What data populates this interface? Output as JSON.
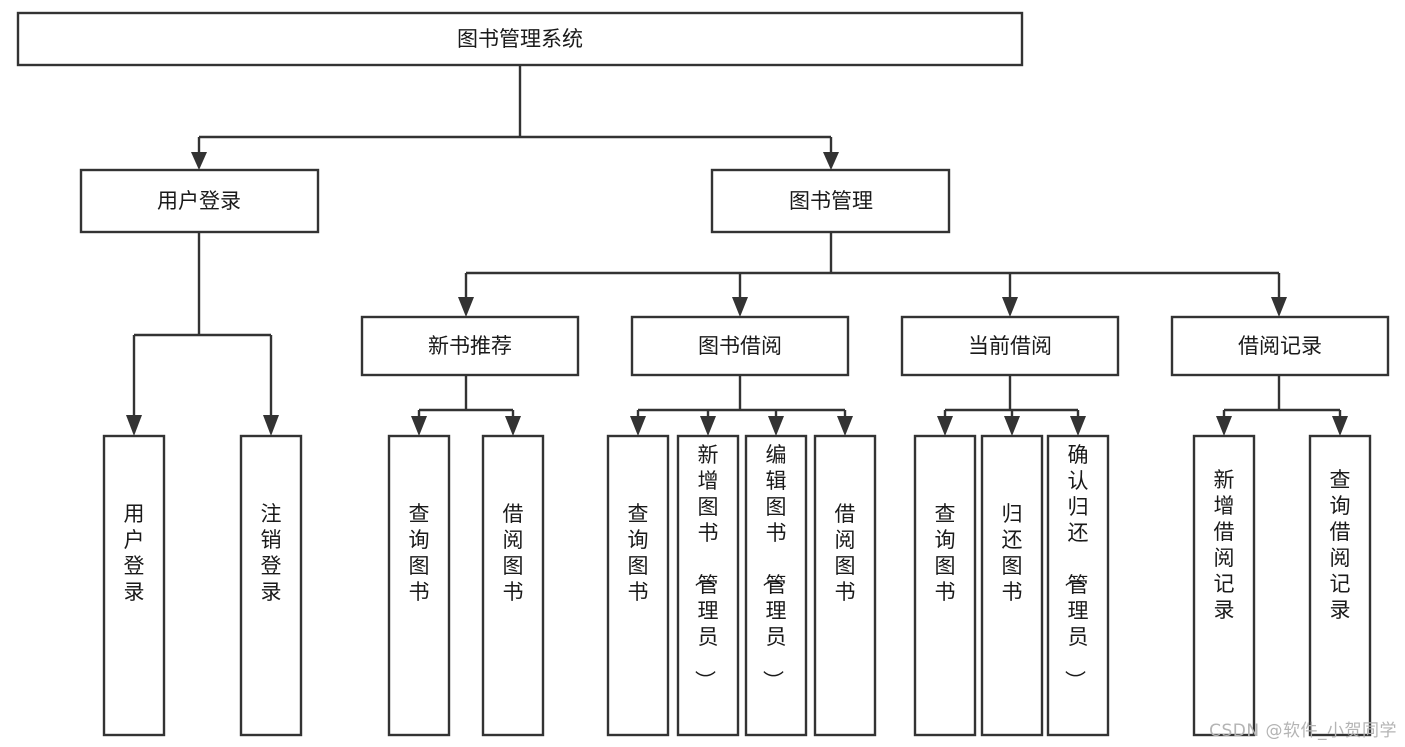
{
  "diagram": {
    "type": "tree-hierarchy",
    "root": {
      "id": "root",
      "label": "图书管理系统"
    },
    "level2": [
      {
        "id": "user-login",
        "label": "用户登录"
      },
      {
        "id": "book-manage",
        "label": "图书管理"
      }
    ],
    "level3": [
      {
        "id": "new-book-rec",
        "label": "新书推荐",
        "parent": "book-manage"
      },
      {
        "id": "book-borrow",
        "label": "图书借阅",
        "parent": "book-manage"
      },
      {
        "id": "current-borrow",
        "label": "当前借阅",
        "parent": "book-manage"
      },
      {
        "id": "borrow-record",
        "label": "借阅记录",
        "parent": "book-manage"
      }
    ],
    "leaves": [
      {
        "id": "leaf-user-login",
        "label": "用户登录",
        "parent": "user-login"
      },
      {
        "id": "leaf-user-logout",
        "label": "注销登录",
        "parent": "user-login"
      },
      {
        "id": "leaf-query-book-1",
        "label": "查询图书",
        "parent": "new-book-rec"
      },
      {
        "id": "leaf-borrow-book-1",
        "label": "借阅图书",
        "parent": "new-book-rec"
      },
      {
        "id": "leaf-query-book-2",
        "label": "查询图书",
        "parent": "book-borrow"
      },
      {
        "id": "leaf-add-book",
        "label": "新增图书（管理员）",
        "parent": "book-borrow"
      },
      {
        "id": "leaf-edit-book",
        "label": "编辑图书（管理员）",
        "parent": "book-borrow"
      },
      {
        "id": "leaf-borrow-book-2",
        "label": "借阅图书",
        "parent": "book-borrow"
      },
      {
        "id": "leaf-query-book-3",
        "label": "查询图书",
        "parent": "current-borrow"
      },
      {
        "id": "leaf-return-book",
        "label": "归还图书",
        "parent": "current-borrow"
      },
      {
        "id": "leaf-confirm-return",
        "label": "确认归还（管理员）",
        "parent": "current-borrow"
      },
      {
        "id": "leaf-add-record",
        "label": "新增借阅记录",
        "parent": "borrow-record"
      },
      {
        "id": "leaf-query-record",
        "label": "查询借阅记录",
        "parent": "borrow-record"
      }
    ]
  },
  "watermark": {
    "text": "CSDN @软件_小贺同学"
  },
  "colors": {
    "stroke": "#333333",
    "box_fill": "#ffffff",
    "text": "#1a1a1a",
    "background": "#ffffff",
    "watermark": "#b4b4b4"
  }
}
